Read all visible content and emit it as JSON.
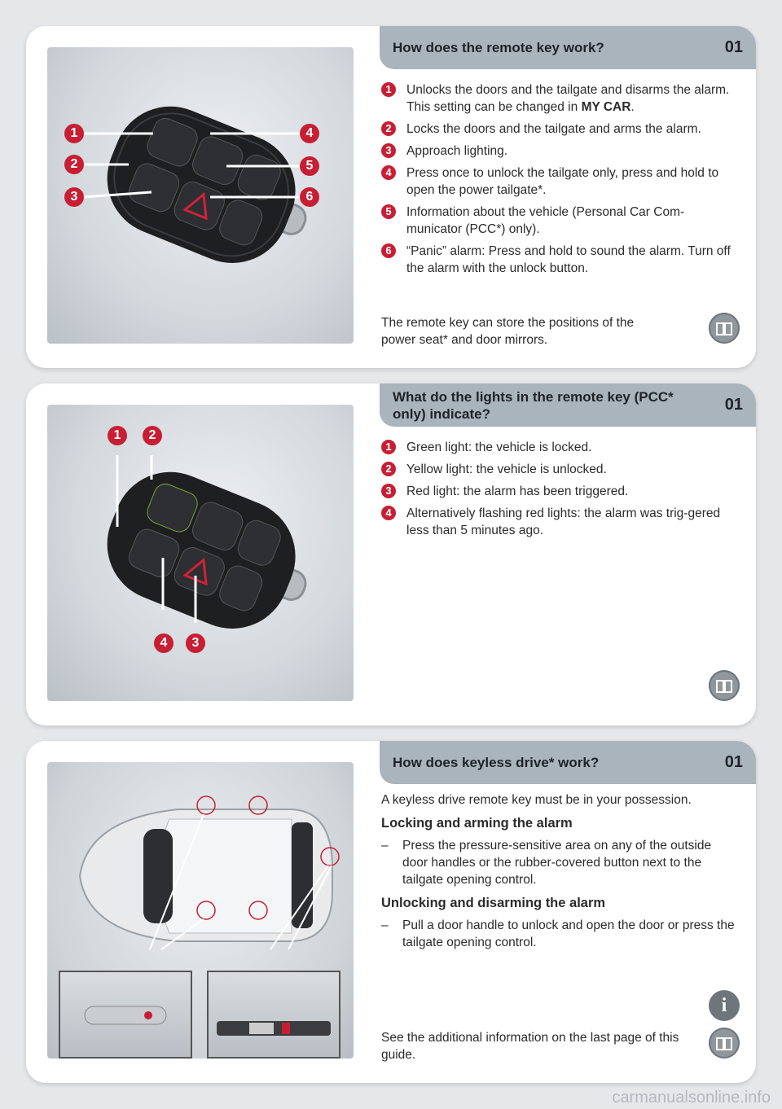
{
  "section1": {
    "title": "How does the remote key work?",
    "number": "01",
    "callouts": [
      "1",
      "2",
      "3",
      "4",
      "5",
      "6"
    ],
    "items": [
      {
        "n": "1",
        "text": "Unlocks the doors and the tailgate and disarms the alarm. This setting can be changed in ",
        "bold": "MY CAR",
        "after": "."
      },
      {
        "n": "2",
        "text": "Locks the doors and the tailgate and arms the alarm."
      },
      {
        "n": "3",
        "text": "Approach lighting."
      },
      {
        "n": "4",
        "text": "Press once to unlock the tailgate only, press and hold to open the power tailgate*."
      },
      {
        "n": "5",
        "text": "Information about the vehicle (Personal Car Com-municator (PCC*) only)."
      },
      {
        "n": "6",
        "text": "“Panic” alarm: Press and hold to sound the alarm. Turn off the alarm with the unlock button."
      }
    ],
    "note": "The remote key can store the positions of the power seat* and door mirrors."
  },
  "section2": {
    "title": "What do the lights in the remote key (PCC* only) indicate?",
    "number": "01",
    "callouts": [
      "1",
      "2",
      "4",
      "3"
    ],
    "items": [
      {
        "n": "1",
        "text": "Green light: the vehicle is locked."
      },
      {
        "n": "2",
        "text": "Yellow light: the vehicle is unlocked."
      },
      {
        "n": "3",
        "text": "Red light: the alarm has been triggered."
      },
      {
        "n": "4",
        "text": "Alternatively flashing red lights: the alarm was trig-gered less than 5 minutes ago."
      }
    ]
  },
  "section3": {
    "title": "How does keyless drive* work?",
    "number": "01",
    "intro": "A keyless drive remote key must be in your possession.",
    "locking_heading": "Locking and arming the alarm",
    "locking_text": "Press the pressure-sensitive area on any of the outside door handles or the rubber-covered button next to the tailgate opening control.",
    "unlocking_heading": "Unlocking and disarming the alarm",
    "unlocking_text": "Pull a door handle to unlock and open the door or press the tailgate opening control.",
    "dash": "–",
    "note": "See the additional information on the last page of this guide."
  },
  "icons": {
    "book": "book-info-icon",
    "info": "info-icon",
    "info_glyph": "i"
  },
  "colors": {
    "accent_red": "#c81e34",
    "header_bg": "#a9b4bd"
  },
  "watermark": "carmanualsonline.info"
}
